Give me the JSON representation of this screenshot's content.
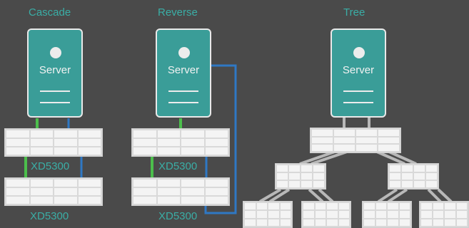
{
  "groups": [
    {
      "title": "Cascade",
      "server_label": "Server",
      "switch_labels": [
        "XD5300",
        "XD5300"
      ]
    },
    {
      "title": "Reverse",
      "server_label": "Server",
      "switch_labels": [
        "XD5300",
        "XD5300"
      ]
    },
    {
      "title": "Tree",
      "server_label": "Server"
    }
  ],
  "colors": {
    "background": "#4a4a4a",
    "server_fill": "#3a9d98",
    "label_teal": "#3aaea6",
    "link_green": "#4cbf4c",
    "link_blue": "#2f78c4",
    "link_gray": "#b8b8b8",
    "switch_body": "#d9d9d9"
  }
}
